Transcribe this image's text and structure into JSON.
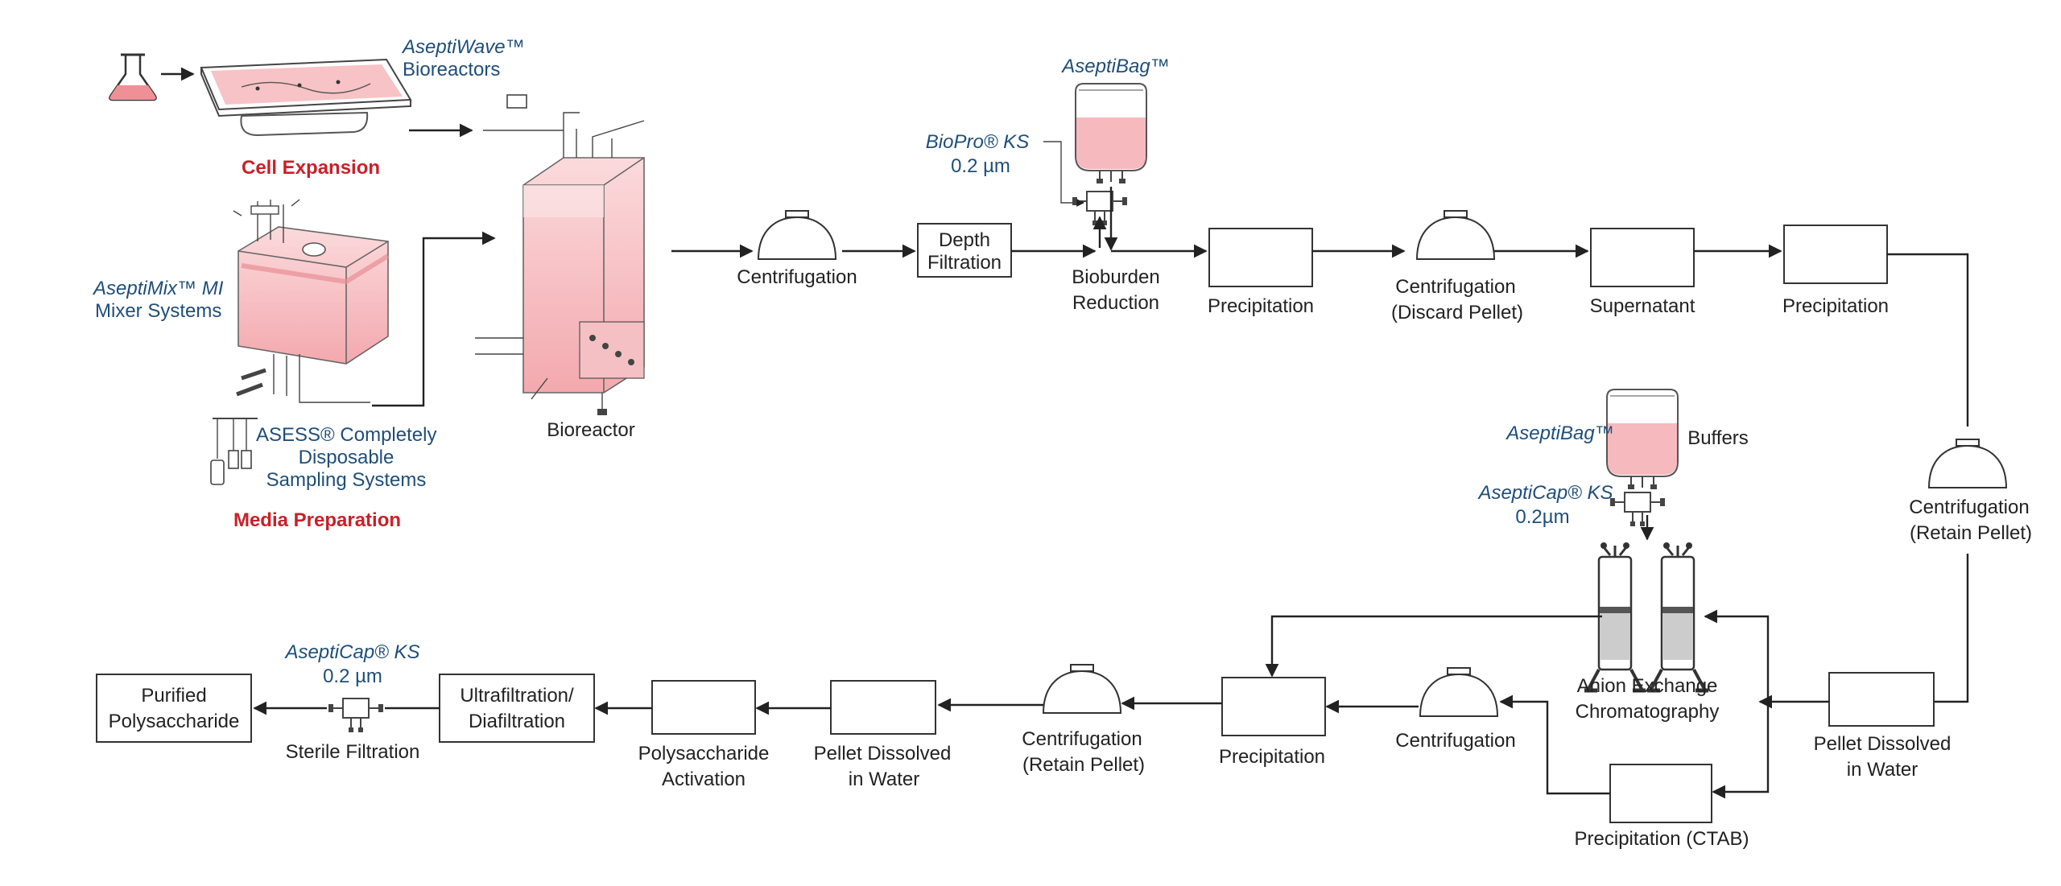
{
  "colors": {
    "accent_red": "#c8202a",
    "product_blue": "#1f4e79",
    "media_pink": "#f6b9bd",
    "line": "#222222"
  },
  "labels": {
    "aseptiwave_name": "AseptiWave™",
    "aseptiwave_sub": "Bioreactors",
    "cell_expansion": "Cell Expansion",
    "aseptimix_name": "AseptiMix™ MI",
    "aseptimix_sub": "Mixer Systems",
    "asess_line1": "ASESS® Completely",
    "asess_line2": "Disposable",
    "asess_line3": "Sampling Systems",
    "media_preparation": "Media Preparation",
    "bioreactor": "Bioreactor",
    "centrifugation_1": "Centrifugation",
    "depth_filtration_1": "Depth",
    "depth_filtration_2": "Filtration",
    "asepticbag_top": "AseptiBag™",
    "biopro_name": "BioPro® KS",
    "biopro_size": "0.2 µm",
    "bioburden_1": "Bioburden",
    "bioburden_2": "Reduction",
    "precipitation_1": "Precipitation",
    "centrifugation_discard_1": "Centrifugation",
    "centrifugation_discard_2": "(Discard  Pellet)",
    "supernatant": "Supernatant",
    "precipitation_2": "Precipitation",
    "centrifugation_retain_right_1": "Centrifugation",
    "centrifugation_retain_right_2": "(Retain Pellet)",
    "asepticbag_mid": "AseptiBag™",
    "buffers": "Buffers",
    "asepticap_mid_name": "AseptiCap® KS",
    "asepticap_mid_size": "0.2µm",
    "anion_1": "Anion Exchange",
    "anion_2": "Chromatography",
    "pellet_dissolved_right_1": "Pellet Dissolved",
    "pellet_dissolved_right_2": "in Water",
    "precipitation_ctab": "Precipitation (CTAB)",
    "centrifugation_bottom": "Centrifugation",
    "precipitation_bottom": "Precipitation",
    "centrifugation_retain_bottom_1": "Centrifugation",
    "centrifugation_retain_bottom_2": "(Retain Pellet)",
    "pellet_dissolved_left_1": "Pellet Dissolved",
    "pellet_dissolved_left_2": "in Water",
    "polysaccharide_activation_1": "Polysaccharide",
    "polysaccharide_activation_2": "Activation",
    "ultrafiltration_1": "Ultrafiltration/",
    "ultrafiltration_2": "Diafiltration",
    "asepticap_bottom_name": "AseptiCap® KS",
    "asepticap_bottom_size": "0.2 µm",
    "sterile_filtration": "Sterile Filtration",
    "purified_1": "Purified",
    "purified_2": "Polysaccharide"
  },
  "icons": [
    "flask-icon",
    "wave-bioreactor-icon",
    "mixer-system-icon",
    "sampling-system-icon",
    "bioreactor-icon",
    "centrifuge-icon",
    "bag-icon",
    "capsule-filter-icon",
    "chromatography-column-icon"
  ]
}
